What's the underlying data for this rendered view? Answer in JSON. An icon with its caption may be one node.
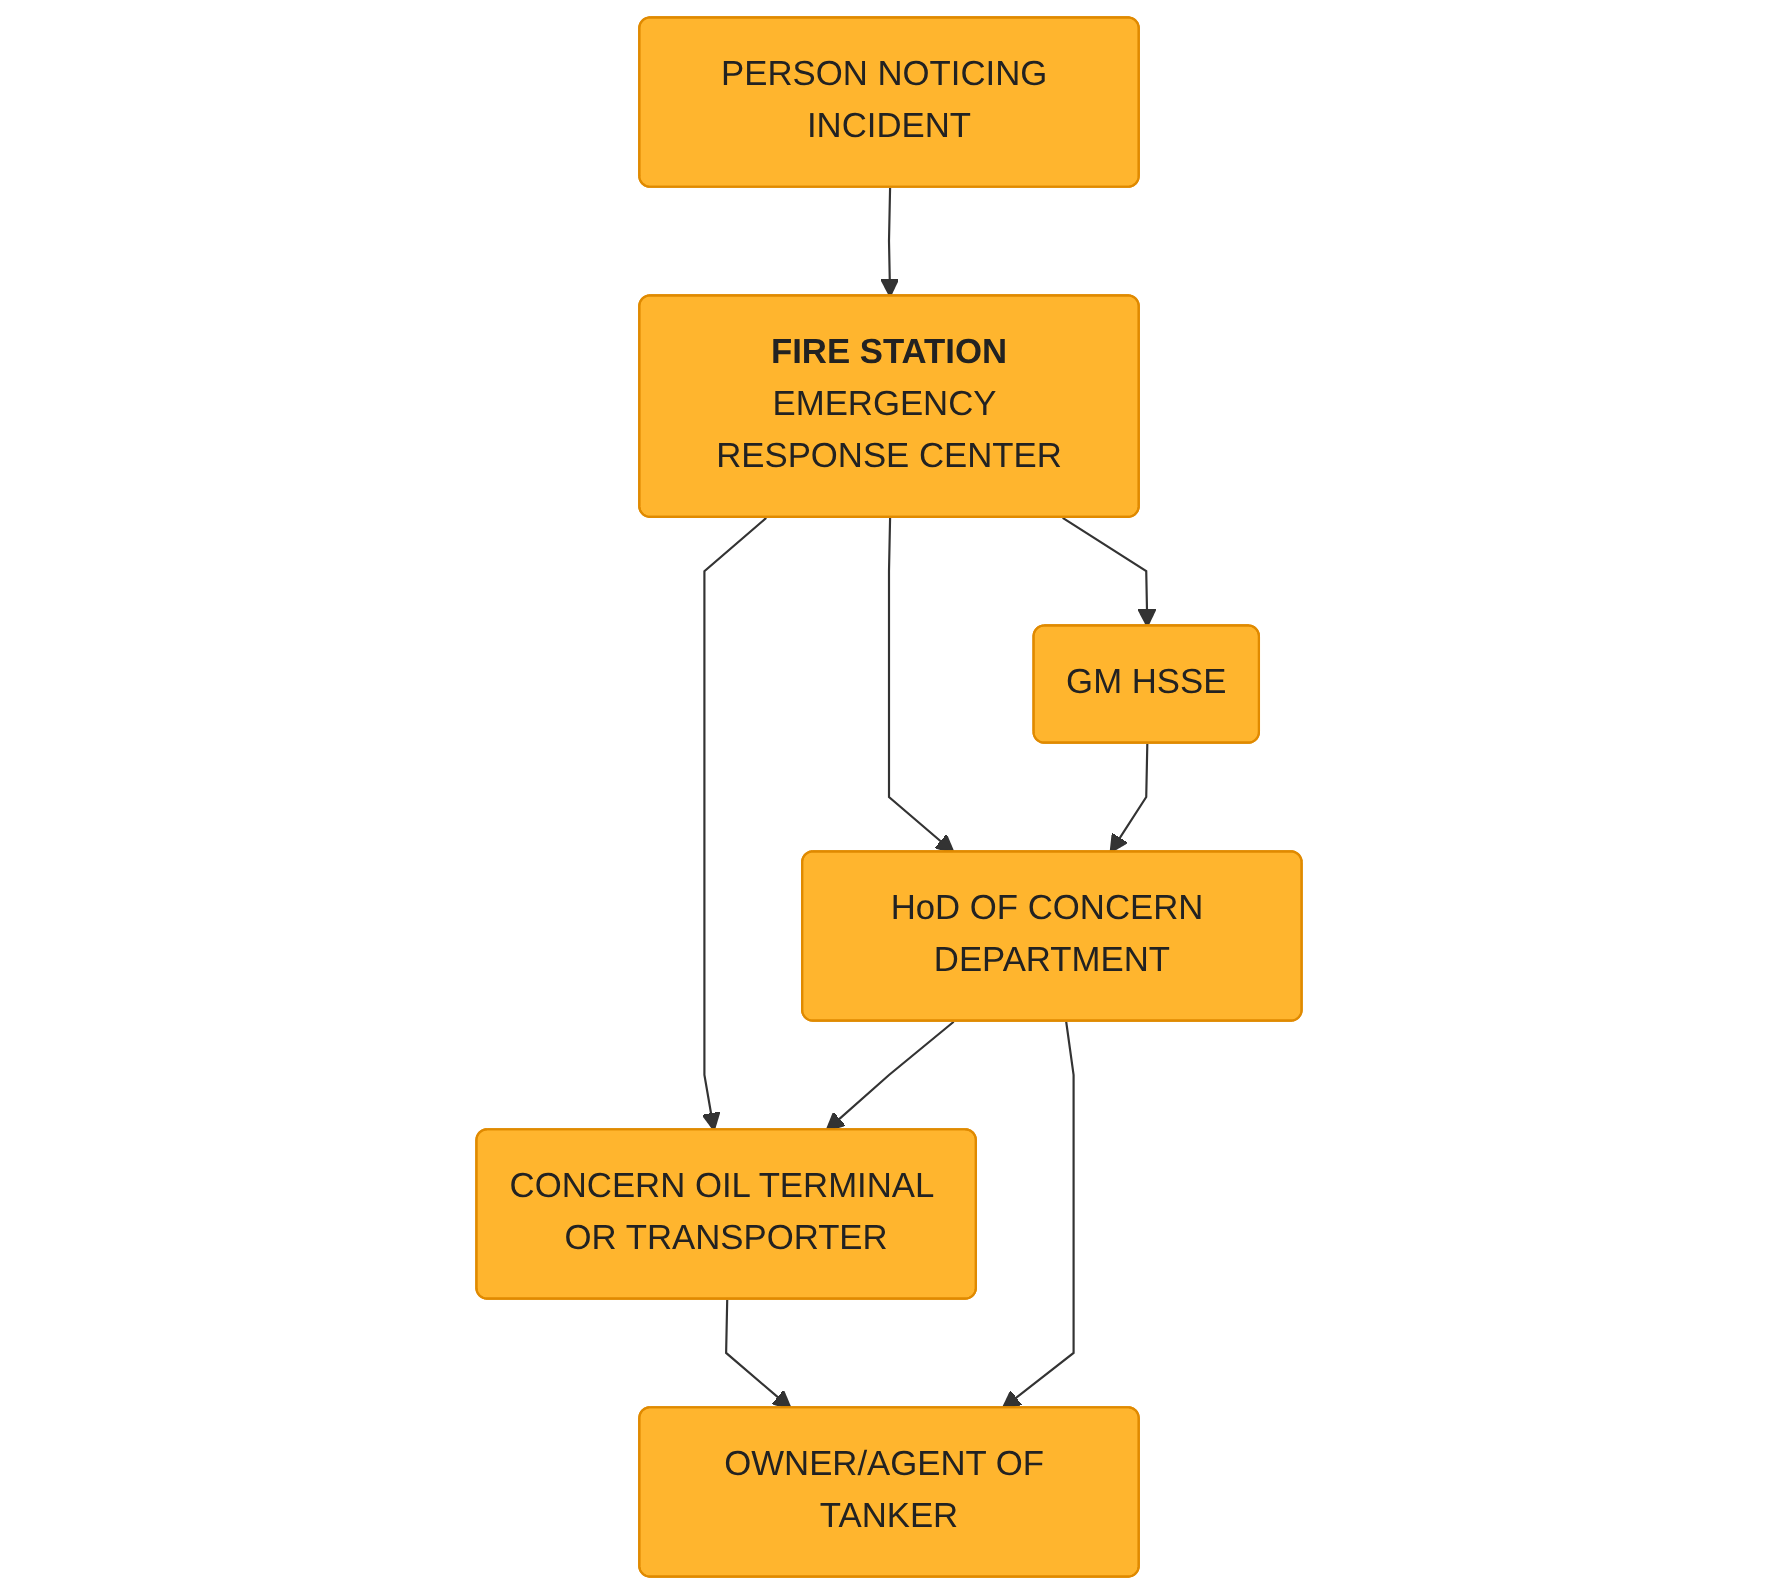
{
  "diagram": {
    "nodes": [
      {
        "text": [
          "PERSON NOTICING INCIDENT"
        ]
      },
      {
        "text": [
          "FIRE STATION",
          "EMERGENCY RESPONSE CENTER"
        ]
      },
      {
        "text": [
          "GM HSSE"
        ]
      },
      {
        "text": [
          "HoD OF CONCERN DEPARTMENT"
        ]
      },
      {
        "text": [
          "CONCERN OIL TERMINAL OR TRANSPORTER"
        ]
      },
      {
        "text": [
          "OWNER/AGENT OF TANKER"
        ]
      }
    ],
    "edges": [
      {
        "from": 0,
        "to": 1,
        "arrow": "to"
      },
      {
        "from": 1,
        "to": 2,
        "arrow": "to"
      },
      {
        "from": 1,
        "to": 3,
        "arrow": "to"
      },
      {
        "from": 1,
        "to": 4,
        "arrow": "to"
      },
      {
        "from": 2,
        "to": 3,
        "arrow": "to"
      },
      {
        "from": 3,
        "to": 4,
        "arrow": "to"
      },
      {
        "from": 4,
        "to": 5,
        "arrow": "to"
      },
      {
        "from": 3,
        "to": 5,
        "arrow": "to"
      }
    ]
  }
}
